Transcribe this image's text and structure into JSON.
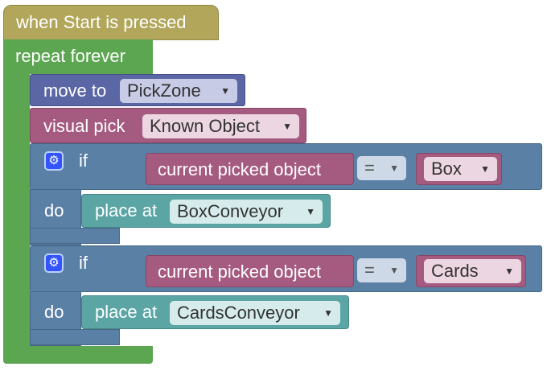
{
  "event_block": {
    "label": "when Start is pressed"
  },
  "loop_block": {
    "label": "repeat forever"
  },
  "move_block": {
    "label": "move to",
    "target": "PickZone"
  },
  "pick_block": {
    "label": "visual pick",
    "mode": "Known Object"
  },
  "if_blocks": [
    {
      "if_label": "if",
      "do_label": "do",
      "left_value": "current picked object",
      "operator": "=",
      "right_value": "Box",
      "action_label": "place at",
      "action_target": "BoxConveyor"
    },
    {
      "if_label": "if",
      "do_label": "do",
      "left_value": "current picked object",
      "operator": "=",
      "right_value": "Cards",
      "action_label": "place at",
      "action_target": "CardsConveyor"
    }
  ],
  "icons": {
    "dropdown": "caret-down-icon",
    "mutator": "gear-icon"
  },
  "colors": {
    "event": "#b1a65a",
    "loop": "#5ca651",
    "motion": "#5b67a5",
    "pick": "#a55b80",
    "logic": "#5b80a5",
    "place": "#5ba5a5"
  }
}
